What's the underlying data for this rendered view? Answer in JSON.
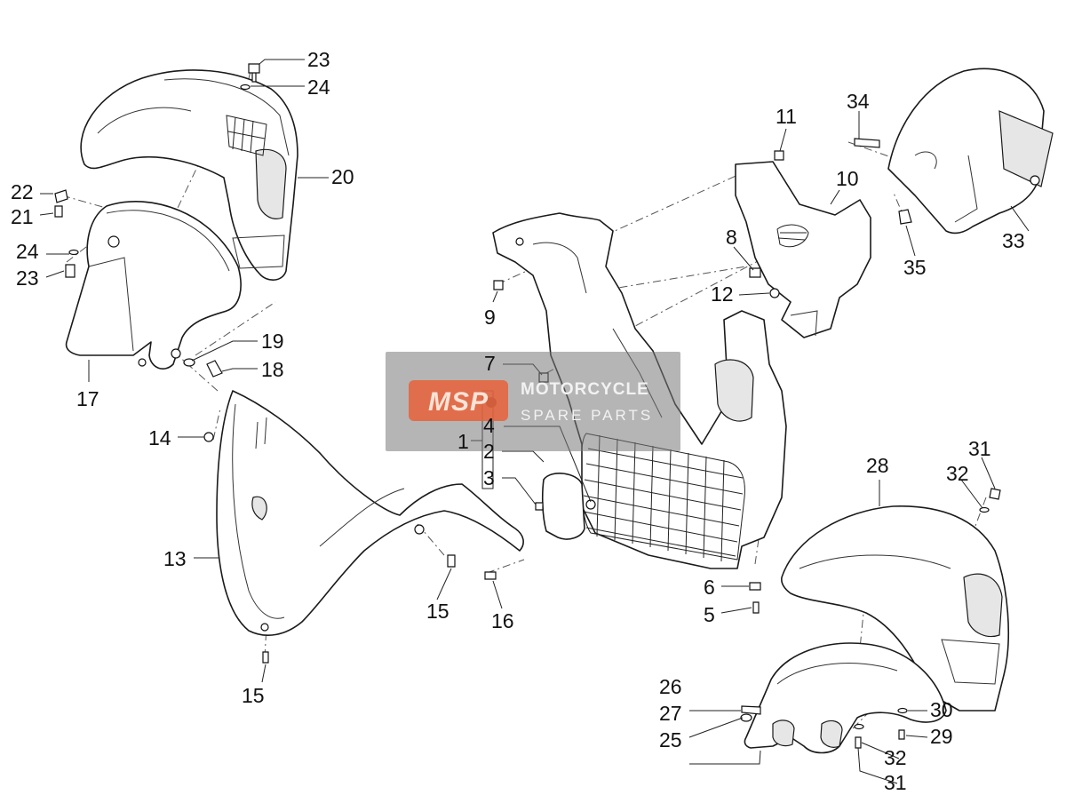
{
  "callouts": [
    {
      "id": "c23a",
      "text": "23"
    },
    {
      "id": "c24a",
      "text": "24"
    },
    {
      "id": "c20",
      "text": "20"
    },
    {
      "id": "c22",
      "text": "22"
    },
    {
      "id": "c21",
      "text": "21"
    },
    {
      "id": "c24b",
      "text": "24"
    },
    {
      "id": "c23b",
      "text": "23"
    },
    {
      "id": "c17",
      "text": "17"
    },
    {
      "id": "c19",
      "text": "19"
    },
    {
      "id": "c18",
      "text": "18"
    },
    {
      "id": "c14",
      "text": "14"
    },
    {
      "id": "c13",
      "text": "13"
    },
    {
      "id": "c15a",
      "text": "15"
    },
    {
      "id": "c16",
      "text": "16"
    },
    {
      "id": "c15b",
      "text": "15"
    },
    {
      "id": "c9",
      "text": "9"
    },
    {
      "id": "c7",
      "text": "7"
    },
    {
      "id": "c4",
      "text": "4"
    },
    {
      "id": "c1",
      "text": "1"
    },
    {
      "id": "c2",
      "text": "2"
    },
    {
      "id": "c3",
      "text": "3"
    },
    {
      "id": "c11",
      "text": "11"
    },
    {
      "id": "c10",
      "text": "10"
    },
    {
      "id": "c8",
      "text": "8"
    },
    {
      "id": "c12",
      "text": "12"
    },
    {
      "id": "c34",
      "text": "34"
    },
    {
      "id": "c33",
      "text": "33"
    },
    {
      "id": "c35",
      "text": "35"
    },
    {
      "id": "c6",
      "text": "6"
    },
    {
      "id": "c5",
      "text": "5"
    },
    {
      "id": "c28",
      "text": "28"
    },
    {
      "id": "c31a",
      "text": "31"
    },
    {
      "id": "c32a",
      "text": "32"
    },
    {
      "id": "c26",
      "text": "26"
    },
    {
      "id": "c27",
      "text": "27"
    },
    {
      "id": "c25",
      "text": "25"
    },
    {
      "id": "c30",
      "text": "30"
    },
    {
      "id": "c29",
      "text": "29"
    },
    {
      "id": "c32b",
      "text": "32"
    },
    {
      "id": "c31b",
      "text": "31"
    }
  ],
  "watermark": {
    "logo": "MSP",
    "title": "MOTORCYCLE",
    "subtitle": "SPARE PARTS"
  }
}
